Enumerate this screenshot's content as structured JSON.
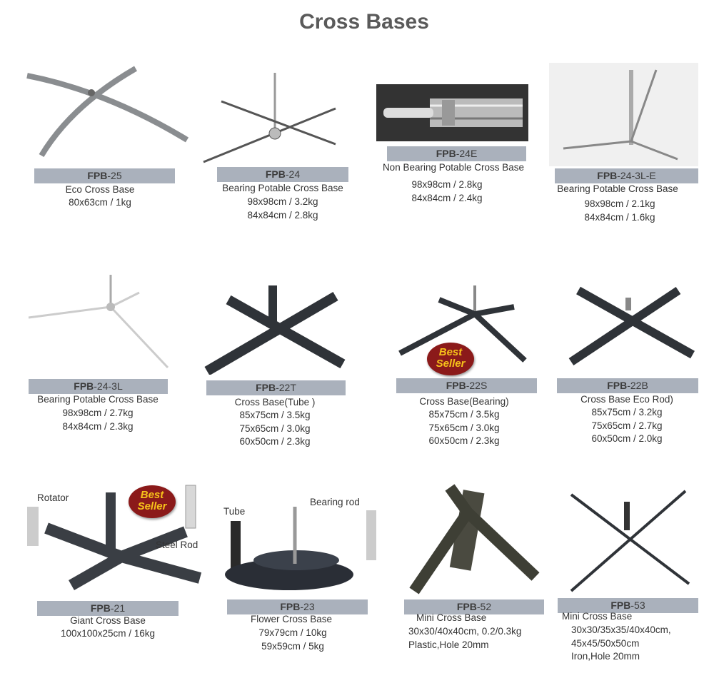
{
  "title": "Cross Bases",
  "products": [
    {
      "code_prefix": "FPB",
      "code_suffix": "-25",
      "name": "Eco Cross Base",
      "specs": [
        "80x63cm / 1kg"
      ],
      "image": "eco-cross-base-photo"
    },
    {
      "code_prefix": "FPB",
      "code_suffix": "-24",
      "name": "Bearing Potable Cross Base",
      "specs": [
        "98x98cm / 3.2kg",
        "84x84cm / 2.8kg"
      ],
      "image": "bearing-cross-base-photo"
    },
    {
      "code_prefix": "FPB",
      "code_suffix": "-24E",
      "name": "Non Bearing Potable Cross Base",
      "specs": [
        "98x98cm / 2.8kg",
        "84x84cm / 2.4kg"
      ],
      "image": "non-bearing-cross-base-photo"
    },
    {
      "code_prefix": "FPB",
      "code_suffix": "-24-3L-E",
      "name": "Bearing  Potable Cross Base",
      "specs": [
        "98x98cm / 2.1kg",
        "84x84cm / 1.6kg"
      ],
      "image": "three-leg-cross-base-photo"
    },
    {
      "code_prefix": "FPB",
      "code_suffix": "-24-3L",
      "name": "Bearing Potable Cross Base",
      "specs": [
        "98x98cm / 2.7kg",
        "84x84cm / 2.3kg"
      ],
      "image": "three-leg-bearing-base-photo"
    },
    {
      "code_prefix": "FPB",
      "code_suffix": "-22T",
      "name": "Cross Base(Tube )",
      "specs": [
        "85x75cm / 3.5kg",
        "75x65cm / 3.0kg",
        "60x50cm / 2.3kg"
      ],
      "image": "tube-cross-base-photo"
    },
    {
      "code_prefix": "FPB",
      "code_suffix": "-22S",
      "name": "Cross Base(Bearing)",
      "specs": [
        "85x75cm / 3.5kg",
        "75x65cm / 3.0kg",
        "60x50cm / 2.3kg"
      ],
      "image": "bearing-flat-cross-base-photo",
      "badge": [
        "Best",
        "Seller"
      ]
    },
    {
      "code_prefix": "FPB",
      "code_suffix": "-22B",
      "name": "Cross Base Eco Rod)",
      "specs": [
        "85x75cm / 3.2kg",
        "75x65cm / 2.7kg",
        "60x50cm / 2.0kg"
      ],
      "image": "eco-rod-cross-base-photo"
    },
    {
      "code_prefix": "FPB",
      "code_suffix": "-21",
      "name": "Giant Cross Base",
      "specs": [
        "100x100x25cm / 16kg"
      ],
      "image": "giant-cross-base-photo",
      "badge": [
        "Best",
        "Seller"
      ],
      "callouts": [
        "Rotator",
        "Steel Rod"
      ]
    },
    {
      "code_prefix": "FPB",
      "code_suffix": "-23",
      "name": "Flower Cross Base",
      "specs": [
        "79x79cm / 10kg",
        "59x59cm / 5kg"
      ],
      "image": "flower-cross-base-photo",
      "callouts": [
        "Tube",
        "Bearing rod"
      ]
    },
    {
      "code_prefix": "FPB",
      "code_suffix": "-52",
      "name": "Mini Cross Base",
      "specs": [
        "30x30/40x40cm, 0.2/0.3kg",
        "Plastic,Hole 20mm"
      ],
      "image": "plastic-mini-base-photo"
    },
    {
      "code_prefix": "FPB",
      "code_suffix": "-53",
      "name": "Mini Cross Base",
      "specs": [
        "30x30/35x35/40x40cm,",
        "45x45/50x50cm",
        "Iron,Hole 20mm"
      ],
      "image": "iron-mini-base-photo"
    }
  ],
  "colors": {
    "label_bar": "#aab1bc",
    "title": "#5a5a5a",
    "badge_bg": "#8b1a1a",
    "badge_text": "#f6c21a"
  }
}
